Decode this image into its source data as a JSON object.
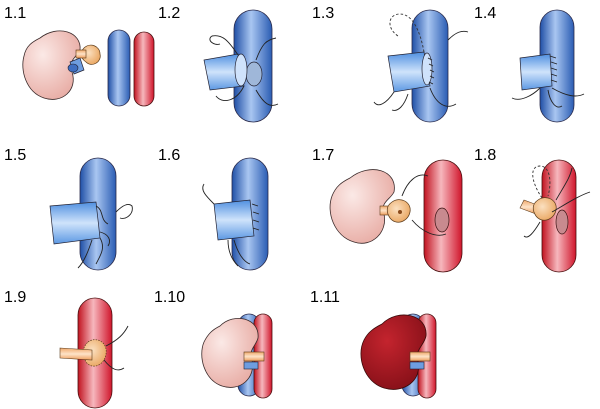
{
  "figure": {
    "panels": [
      {
        "id": "p1",
        "label": "1.1"
      },
      {
        "id": "p2",
        "label": "1.2"
      },
      {
        "id": "p3",
        "label": "1.3"
      },
      {
        "id": "p4",
        "label": "1.4"
      },
      {
        "id": "p5",
        "label": "1.5"
      },
      {
        "id": "p6",
        "label": "1.6"
      },
      {
        "id": "p7",
        "label": "1.7"
      },
      {
        "id": "p8",
        "label": "1.8"
      },
      {
        "id": "p9",
        "label": "1.9"
      },
      {
        "id": "p10",
        "label": "1.10"
      },
      {
        "id": "p11",
        "label": "1.11"
      }
    ]
  },
  "colors": {
    "vein_blue": "#4a78c8",
    "artery_red": "#e0202f",
    "kidney_pink": "#f2c8c0",
    "kidney_dark": "#a8141e",
    "patch_orange": "#f2b87a",
    "graft_blue": "#7fb2ea"
  }
}
